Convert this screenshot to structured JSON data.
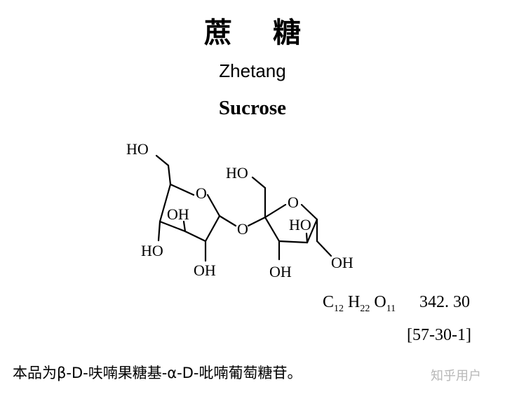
{
  "title": {
    "chinese": "蔗糖",
    "pinyin": "Zhetang",
    "english": "Sucrose"
  },
  "structure": {
    "labels": {
      "ho_top": "HO",
      "oh_ring": "OH",
      "ho_left": "HO",
      "oh_bottom": "OH",
      "ring_o_glucose": "O",
      "bridge_o": "O",
      "ho_fructose_top": "HO",
      "ring_o_fructose": "O",
      "ho_fructose_ring": "HO",
      "oh_fructose_right": "OH",
      "oh_fructose_bottom": "OH"
    }
  },
  "formula": {
    "c": "C",
    "c_n": "12",
    "h": "H",
    "h_n": "22",
    "o": "O",
    "o_n": "11"
  },
  "molecular_weight": "342. 30",
  "cas": "[57-30-1]",
  "description": "本品为β-D-呋喃果糖基-α-D-吡喃葡萄糖苷。",
  "watermark": "知乎用户"
}
